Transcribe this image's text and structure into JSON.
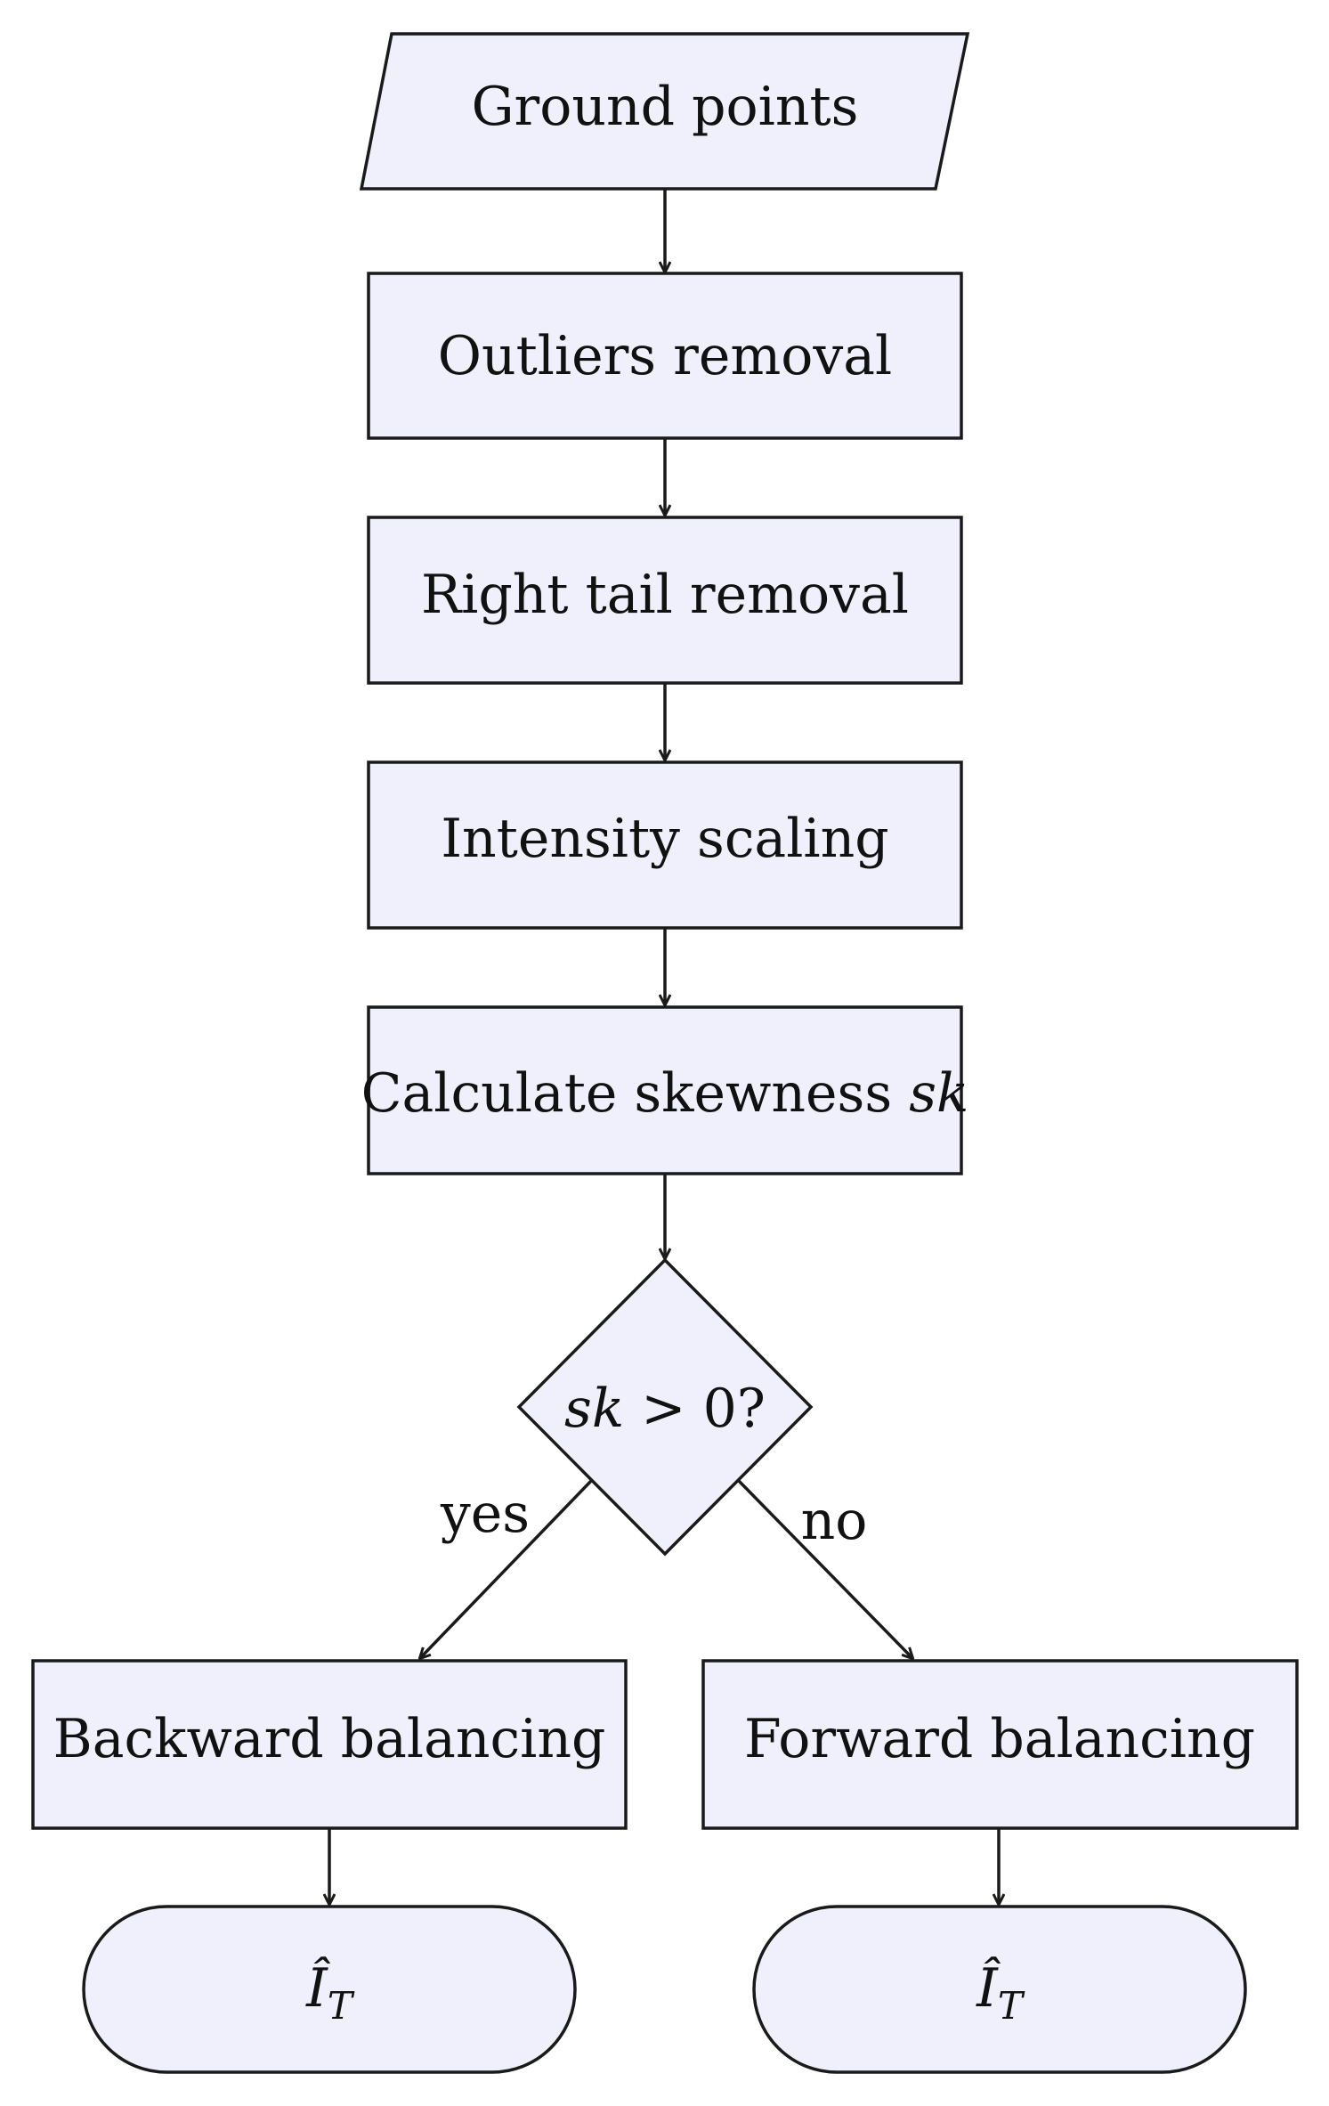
{
  "nodes": {
    "input": {
      "label": "Ground points"
    },
    "outliers": {
      "label": "Outliers removal"
    },
    "right_tail": {
      "label": "Right tail removal"
    },
    "scaling": {
      "label": "Intensity scaling"
    },
    "skewness": {
      "label": "Calculate skewness ",
      "var": "sk"
    },
    "decision": {
      "var": "sk",
      "rest": " > 0?"
    },
    "backward": {
      "label": "Backward balancing"
    },
    "forward": {
      "label": "Forward balancing"
    },
    "output_left": {
      "symbol": "Î",
      "subscript": "T"
    },
    "output_right": {
      "symbol": "Î",
      "subscript": "T"
    }
  },
  "edges": {
    "yes_label": "yes",
    "no_label": "no"
  },
  "colors": {
    "node_fill": "#eff0fb",
    "stroke": "#1a1a1a"
  }
}
